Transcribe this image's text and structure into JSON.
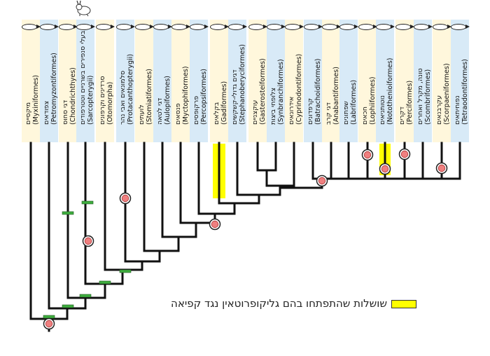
{
  "colors": {
    "band_light": "#fff7dc",
    "band_blue": "#d8eaf7",
    "branch": "#111111",
    "glycoprotein_highlight": "#ffff00",
    "node_circle": "#ef7f7f",
    "tick": "#3fae3f"
  },
  "taxa": [
    {
      "hebrew": "מיקסיים",
      "latin": "(Myxiniformes)"
    },
    {
      "hebrew": "צפודאים",
      "latin": "(Petromyzontiformes)"
    },
    {
      "hebrew": "דגי סחוס",
      "latin": "(Chondrichthyes)"
    },
    {
      "hebrew": "בעלי סנפירים בשרניים וטטרפודים",
      "latin": "(Sarcopterygii)"
    },
    {
      "hebrew": "סרדינים וקרפונים",
      "latin": "(Otomorpha)"
    },
    {
      "hebrew": "סלמונאים ואבי נהר",
      "latin": "(Protacanthopterygii)"
    },
    {
      "hebrew": "לועתים",
      "latin": "(Stomiatiformes)"
    },
    {
      "hebrew": "דגי לטאה",
      "latin": "(Aulopiformes)"
    },
    {
      "hebrew": "פנסאים",
      "latin": "(Myctophiformes)"
    },
    {
      "hebrew": "פרקופסים",
      "latin": "(Percopsiformes)"
    },
    {
      "hebrew": "בקלאים",
      "latin": "(Gadiformes)"
    },
    {
      "hebrew": "דגים גדולי-קשקשים",
      "latin": "(Stephanoberyciformes)"
    },
    {
      "hebrew": "עוקצניים",
      "latin": "(Gasterosteiformes)"
    },
    {
      "hebrew": "צלופחי ביצות",
      "latin": "(Synbranchiformes)"
    },
    {
      "hebrew": "אידרונאים",
      "latin": "(Cyprinodontiformes)"
    },
    {
      "hebrew": "קרפדונים",
      "latin": "(Batrachoidiformes)"
    },
    {
      "hebrew": "דגי קרב",
      "latin": "(Anabantiformes)"
    },
    {
      "hebrew": "שפתונים",
      "latin": "(Labriformes)"
    },
    {
      "hebrew": "חכאים",
      "latin": "(Lophiiformes)"
    },
    {
      "hebrew": "נוטותניאים",
      "latin": "(Notothenioiformes)"
    },
    {
      "hebrew": "דקרים",
      "latin": "(Perciformes)"
    },
    {
      "hebrew": "טונה, מקרל ואחרים",
      "latin": "(Scombriformes)"
    },
    {
      "hebrew": "עקרבנאים",
      "latin": "(Scorpaeniformes)"
    },
    {
      "hebrew": "נפוחיתאים",
      "latin": "(Tetraodontiformes)"
    }
  ],
  "legend": {
    "text": "שושלות שהתפתחו בהם גליקופרוטאין נגד קפיאה"
  }
}
